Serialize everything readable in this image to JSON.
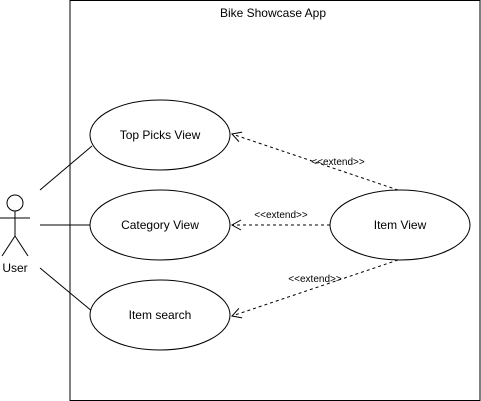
{
  "diagram": {
    "system_title": "Bike Showcase App",
    "actor": {
      "label": "User"
    },
    "use_cases": [
      {
        "id": "top-picks",
        "label": "Top Picks View"
      },
      {
        "id": "category",
        "label": "Category View"
      },
      {
        "id": "item-search",
        "label": "Item search"
      },
      {
        "id": "item-view",
        "label": "Item View"
      }
    ],
    "relations": [
      {
        "type": "extend",
        "label": "<<extend>>",
        "from": "Item View",
        "to": "Top Picks View"
      },
      {
        "type": "extend",
        "label": "<<extend>>",
        "from": "Item View",
        "to": "Category View"
      },
      {
        "type": "extend",
        "label": "<<extend>>",
        "from": "Item View",
        "to": "Item search"
      }
    ]
  }
}
